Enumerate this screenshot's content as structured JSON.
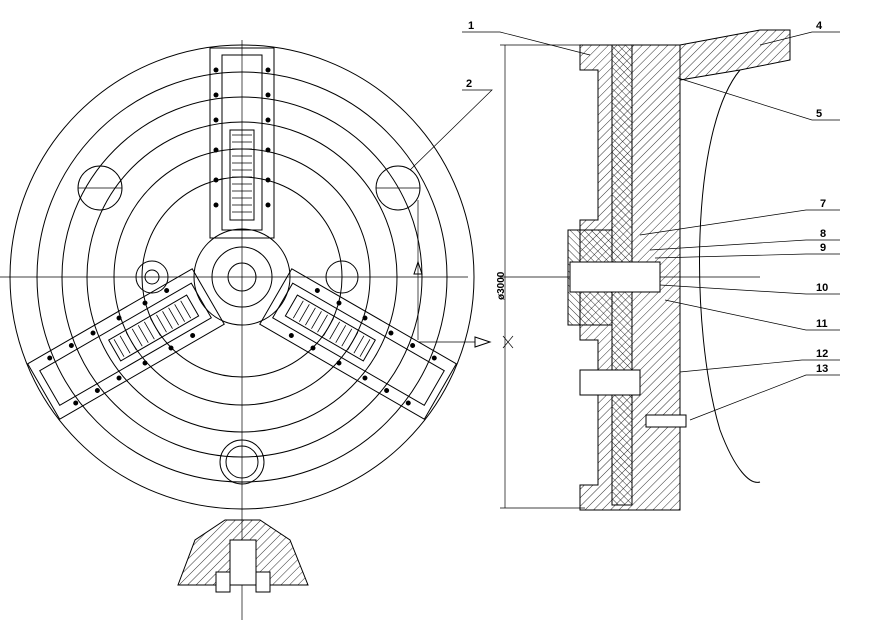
{
  "drawing": {
    "dimension_label": "ø3000",
    "part_labels": [
      "1",
      "2",
      "4",
      "5",
      "7",
      "8",
      "9",
      "10",
      "11",
      "12",
      "13"
    ]
  }
}
